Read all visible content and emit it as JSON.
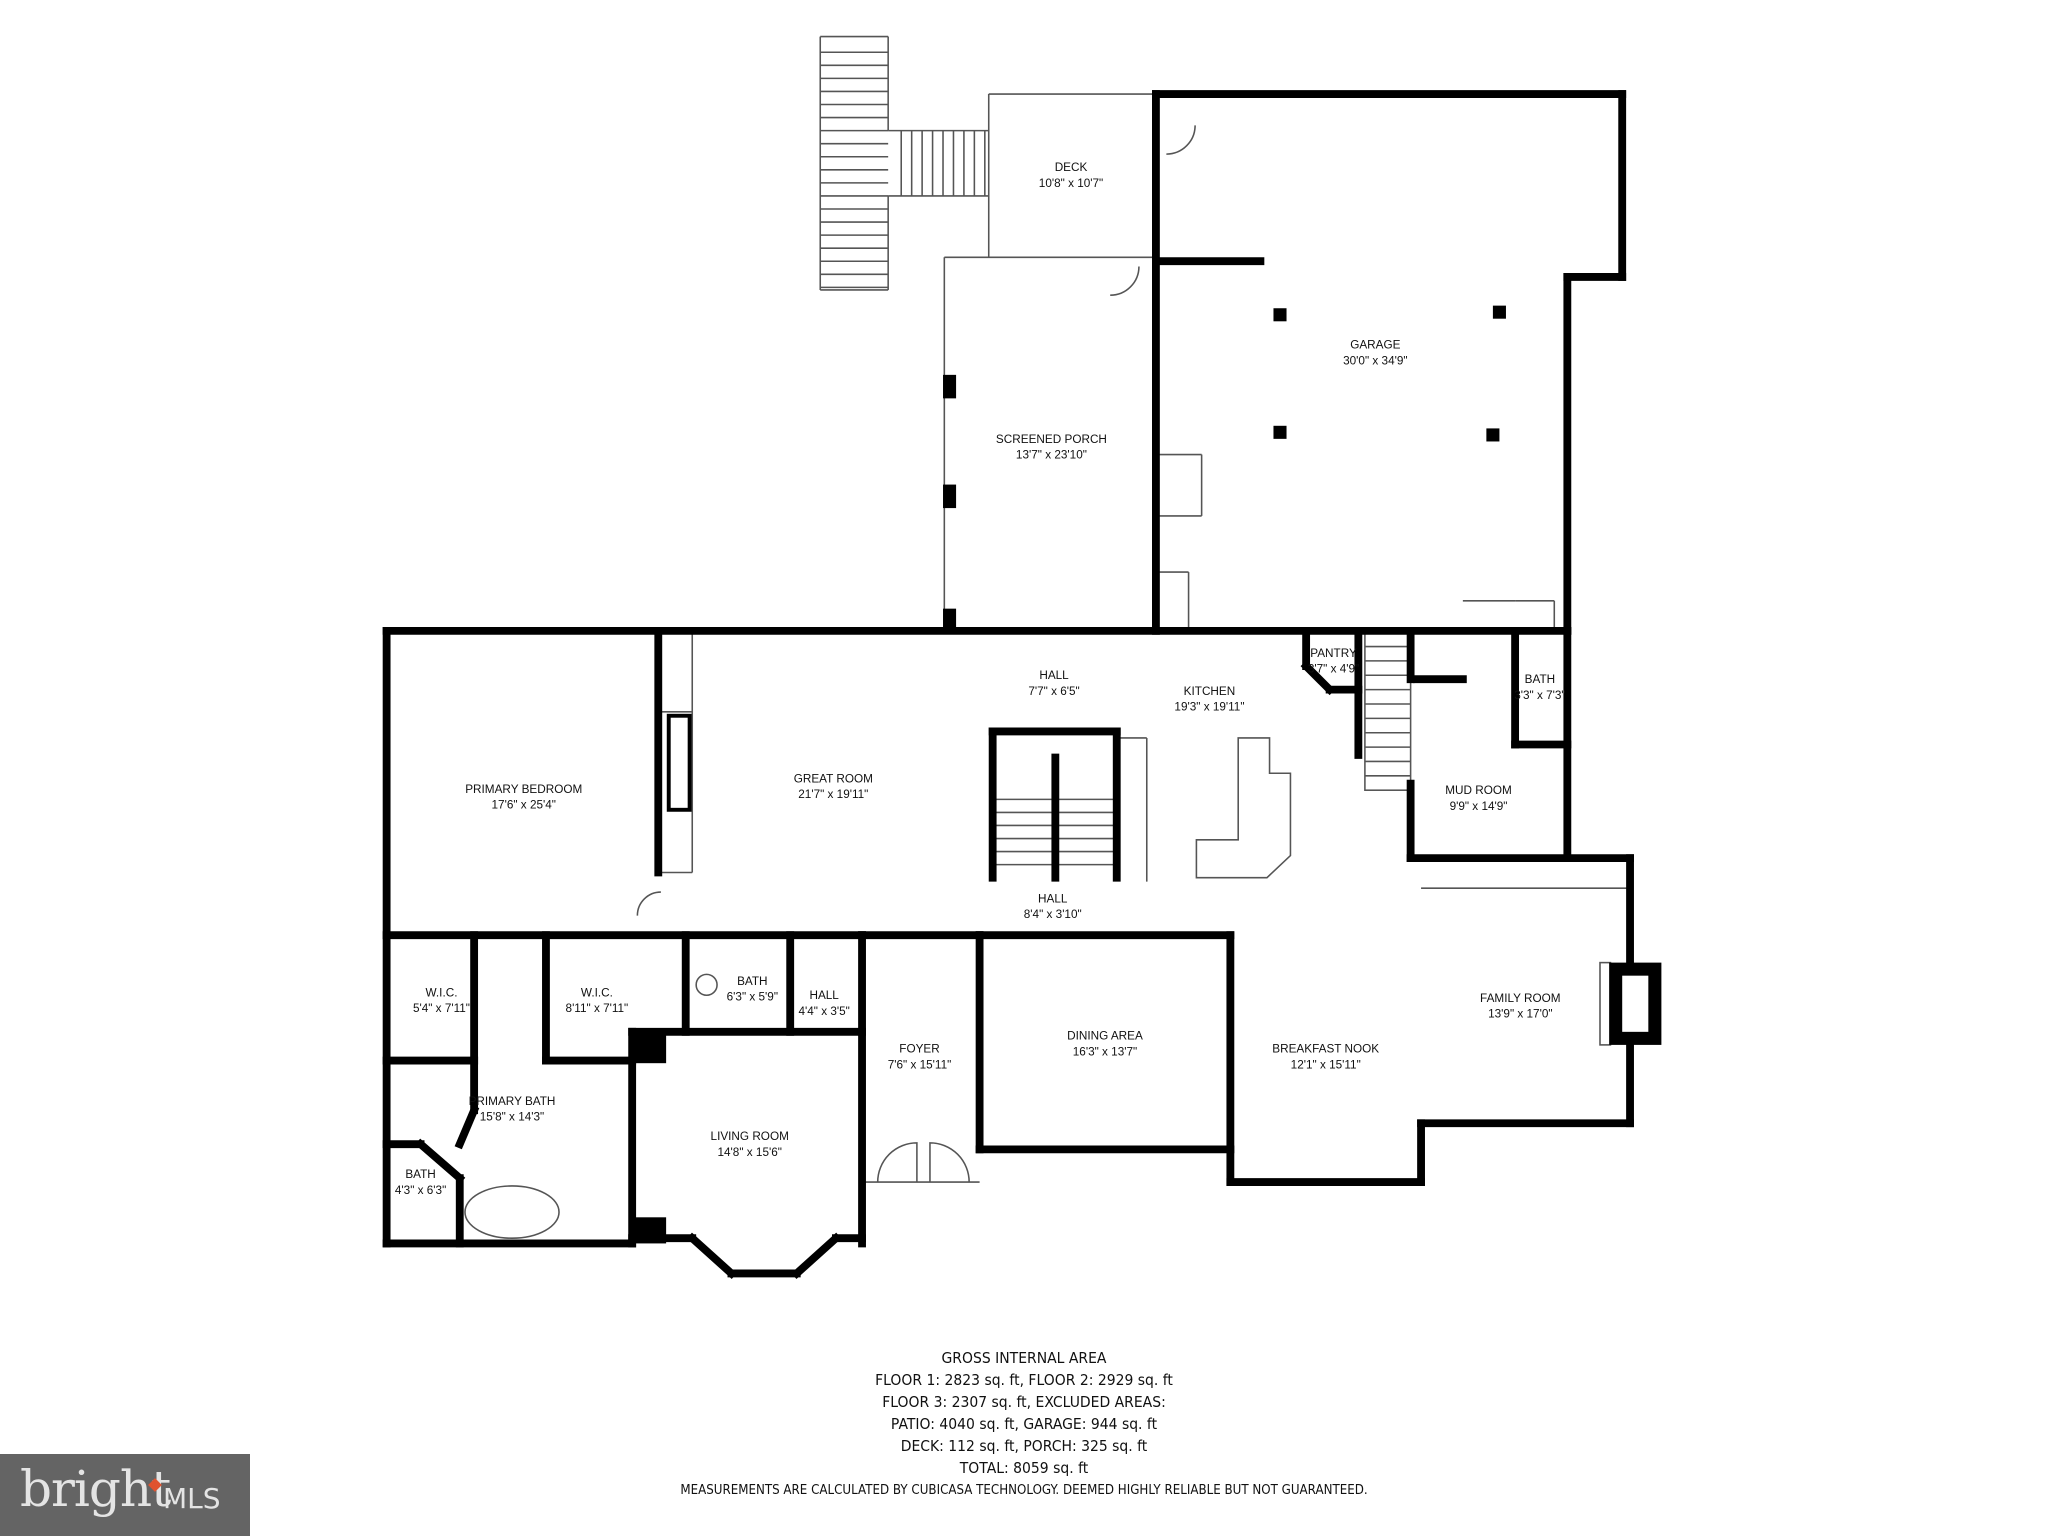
{
  "rooms": [
    {
      "name": "DECK",
      "dim": "10'8\" x 10'7\""
    },
    {
      "name": "SCREENED PORCH",
      "dim": "13'7\" x 23'10\""
    },
    {
      "name": "GARAGE",
      "dim": "30'0\" x 34'9\""
    },
    {
      "name": "HALL",
      "dim": "7'7\" x 6'5\""
    },
    {
      "name": "KITCHEN",
      "dim": "19'3\" x 19'11\""
    },
    {
      "name": "PANTRY",
      "dim": "3'7\" x 4'9\""
    },
    {
      "name": "BATH",
      "dim": "3'3\" x 7'3\""
    },
    {
      "name": "MUD ROOM",
      "dim": "9'9\" x 14'9\""
    },
    {
      "name": "PRIMARY BEDROOM",
      "dim": "17'6\" x 25'4\""
    },
    {
      "name": "GREAT ROOM",
      "dim": "21'7\" x 19'11\""
    },
    {
      "name": "HALL",
      "dim": "8'4\" x 3'10\""
    },
    {
      "name": "W.I.C.",
      "dim": "5'4\" x 7'11\""
    },
    {
      "name": "W.I.C.",
      "dim": "8'11\" x 7'11\""
    },
    {
      "name": "BATH",
      "dim": "6'3\" x 5'9\""
    },
    {
      "name": "HALL",
      "dim": "4'4\" x 3'5\""
    },
    {
      "name": "FOYER",
      "dim": "7'6\" x 15'11\""
    },
    {
      "name": "DINING AREA",
      "dim": "16'3\" x 13'7\""
    },
    {
      "name": "BREAKFAST NOOK",
      "dim": "12'1\" x 15'11\""
    },
    {
      "name": "FAMILY ROOM",
      "dim": "13'9\" x 17'0\""
    },
    {
      "name": "PRIMARY BATH",
      "dim": "15'8\" x 14'3\""
    },
    {
      "name": "LIVING ROOM",
      "dim": "14'8\" x 15'6\""
    },
    {
      "name": "BATH",
      "dim": "4'3\" x 6'3\""
    }
  ],
  "area_summary": {
    "title": "GROSS INTERNAL AREA",
    "lines": [
      "FLOOR 1: 2823 sq. ft, FLOOR 2: 2929 sq. ft",
      "FLOOR 3: 2307 sq. ft, EXCLUDED AREAS:",
      "PATIO: 4040 sq. ft, GARAGE: 944 sq. ft",
      "DECK: 112 sq. ft, PORCH: 325 sq. ft",
      "TOTAL: 8059 sq. ft"
    ],
    "disclaimer": "MEASUREMENTS ARE CALCULATED BY CUBICASA TECHNOLOGY. DEEMED HIGHLY RELIABLE BUT NOT GUARANTEED."
  },
  "logo": {
    "text": "bright",
    "suffix": "MLS",
    "accent_color": "#e0532f",
    "background": "#646464"
  },
  "colors": {
    "wall": "#000000",
    "fixture": "#555555"
  }
}
